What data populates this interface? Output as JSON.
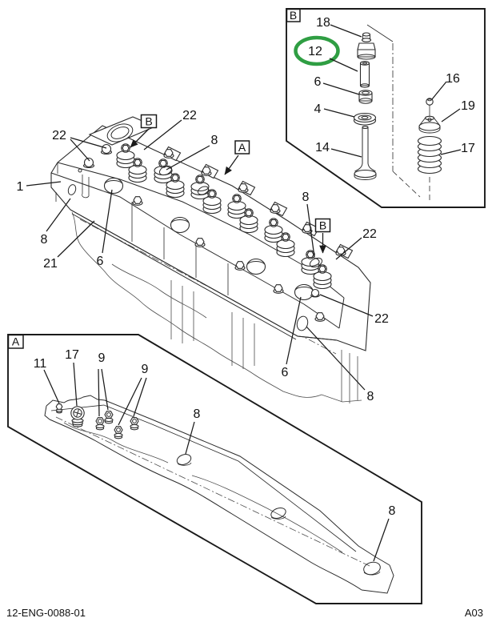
{
  "page": {
    "background": "#ffffff",
    "footer": {
      "doc_number": "12-ENG-0088-01",
      "page_code": "A03"
    }
  },
  "colors": {
    "line": "#1a1a1a",
    "highlight": "#2f9e43"
  },
  "detail_b": {
    "box_label": "B",
    "callouts": [
      {
        "id": "18",
        "label": "18"
      },
      {
        "id": "12",
        "label": "12",
        "highlighted": true
      },
      {
        "id": "6",
        "label": "6"
      },
      {
        "id": "4",
        "label": "4"
      },
      {
        "id": "14",
        "label": "14"
      },
      {
        "id": "16",
        "label": "16"
      },
      {
        "id": "19",
        "label": "19"
      },
      {
        "id": "17",
        "label": "17"
      }
    ]
  },
  "main_view": {
    "ref_labels": [
      {
        "id": "ref-b-top",
        "label": "B"
      },
      {
        "id": "ref-a",
        "label": "A"
      },
      {
        "id": "ref-b-right",
        "label": "B"
      }
    ],
    "callouts": [
      {
        "id": "22-top-left",
        "label": "22"
      },
      {
        "id": "22-top",
        "label": "22"
      },
      {
        "id": "8-top",
        "label": "8"
      },
      {
        "id": "1-left",
        "label": "1"
      },
      {
        "id": "8-left",
        "label": "8"
      },
      {
        "id": "21-left",
        "label": "21"
      },
      {
        "id": "6-left",
        "label": "6"
      },
      {
        "id": "8-right-top",
        "label": "8"
      },
      {
        "id": "22-right",
        "label": "22"
      },
      {
        "id": "22-right-lower",
        "label": "22"
      },
      {
        "id": "6-right",
        "label": "6"
      },
      {
        "id": "8-right-bottom",
        "label": "8"
      }
    ]
  },
  "detail_a": {
    "box_label": "A",
    "callouts": [
      {
        "id": "11",
        "label": "11"
      },
      {
        "id": "17",
        "label": "17"
      },
      {
        "id": "9-first",
        "label": "9"
      },
      {
        "id": "9-second",
        "label": "9"
      },
      {
        "id": "8-left",
        "label": "8"
      },
      {
        "id": "8-right",
        "label": "8"
      }
    ]
  }
}
